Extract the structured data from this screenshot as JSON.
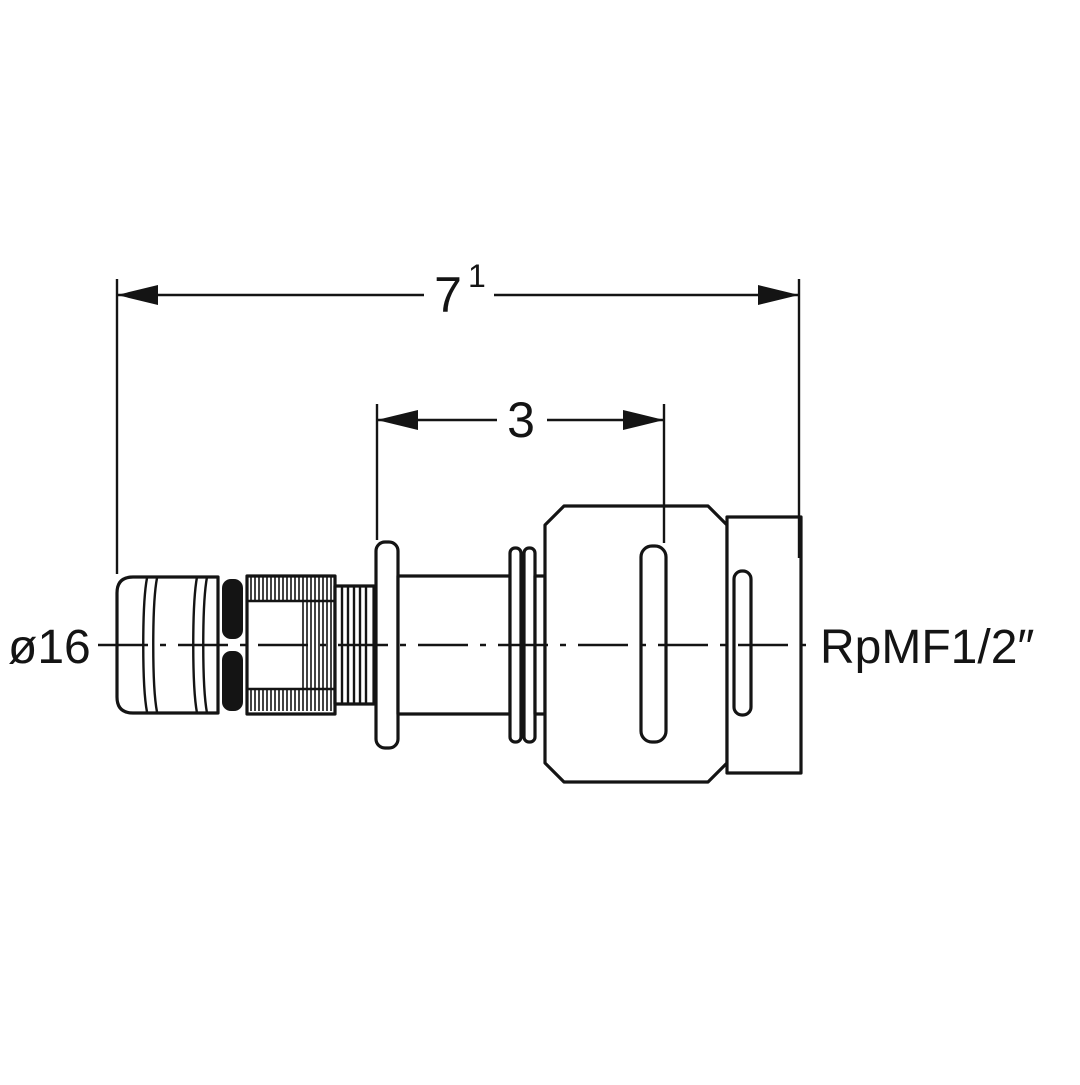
{
  "drawing": {
    "type": "technical-drawing",
    "background": "#ffffff",
    "line_color": "#141414",
    "labels": {
      "left_diameter": "ø16",
      "right_thread": "RpMF1/2″"
    },
    "dimensions": {
      "overall_length": {
        "value": "7",
        "footnote": "1"
      },
      "press_depth": {
        "value": "3"
      }
    }
  }
}
